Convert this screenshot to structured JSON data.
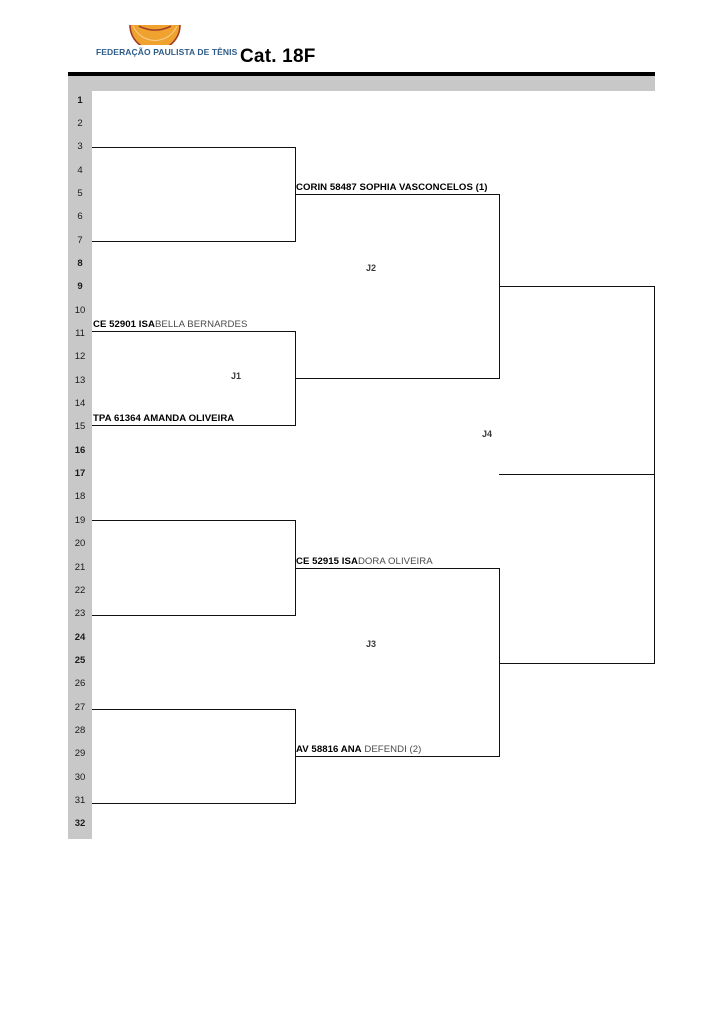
{
  "header": {
    "org_name": "FEDERAÇÃO PAULISTA DE TÊNIS",
    "logo_icon": "tennis-ball-semicircle-icon",
    "title": "Cat. 18F",
    "logo_colors": {
      "ball": "#f0a22e",
      "arc": "#9e3b28",
      "text": "#2e5c8a"
    }
  },
  "sidebar": {
    "rows": [
      {
        "n": "1",
        "bold": true
      },
      {
        "n": "2",
        "bold": false
      },
      {
        "n": "3",
        "bold": false
      },
      {
        "n": "4",
        "bold": false
      },
      {
        "n": "5",
        "bold": false
      },
      {
        "n": "6",
        "bold": false
      },
      {
        "n": "7",
        "bold": false
      },
      {
        "n": "8",
        "bold": true
      },
      {
        "n": "9",
        "bold": true
      },
      {
        "n": "10",
        "bold": false
      },
      {
        "n": "11",
        "bold": false
      },
      {
        "n": "12",
        "bold": false
      },
      {
        "n": "13",
        "bold": false
      },
      {
        "n": "14",
        "bold": false
      },
      {
        "n": "15",
        "bold": false
      },
      {
        "n": "16",
        "bold": true
      },
      {
        "n": "17",
        "bold": true
      },
      {
        "n": "18",
        "bold": false
      },
      {
        "n": "19",
        "bold": false
      },
      {
        "n": "20",
        "bold": false
      },
      {
        "n": "21",
        "bold": false
      },
      {
        "n": "22",
        "bold": false
      },
      {
        "n": "23",
        "bold": false
      },
      {
        "n": "24",
        "bold": true
      },
      {
        "n": "25",
        "bold": true
      },
      {
        "n": "26",
        "bold": false
      },
      {
        "n": "27",
        "bold": false
      },
      {
        "n": "28",
        "bold": false
      },
      {
        "n": "29",
        "bold": false
      },
      {
        "n": "30",
        "bold": false
      },
      {
        "n": "31",
        "bold": false
      },
      {
        "n": "32",
        "bold": true
      }
    ]
  },
  "bracket": {
    "entries": [
      {
        "id": "e1",
        "text": "CE 52901 ISABELLA BERNARDES",
        "strong": "CE 52901 ISA",
        "dim": "BELLA BERNARDES"
      },
      {
        "id": "e2",
        "text": "TPA 61364 AMANDA OLIVEIRA",
        "strong": "TPA 61364 AMANDA OLIVEIRA",
        "dim": ""
      }
    ],
    "winners": [
      {
        "id": "w_j2",
        "text": "CORIN 58487 SOPHIA VASCONCELOS (1)",
        "strong": "CORIN 58487 SOPHIA VASCONCELOS (1)",
        "dim": ""
      },
      {
        "id": "w_j3",
        "text": "CE 52915 ISADORA OLIVEIRA",
        "strong": "CE 52915 ISA",
        "dim": "DORA OLIVEIRA"
      },
      {
        "id": "w_j4",
        "text": "AV 58816 ANA DEFENDI (2)",
        "strong": "AV 58816 ANA",
        "dim": " DEFENDI (2)"
      }
    ],
    "matches": [
      {
        "id": "j1",
        "label": "J1"
      },
      {
        "id": "j2",
        "label": "J2"
      },
      {
        "id": "j3",
        "label": "J3"
      },
      {
        "id": "j4",
        "label": "J4"
      }
    ]
  }
}
